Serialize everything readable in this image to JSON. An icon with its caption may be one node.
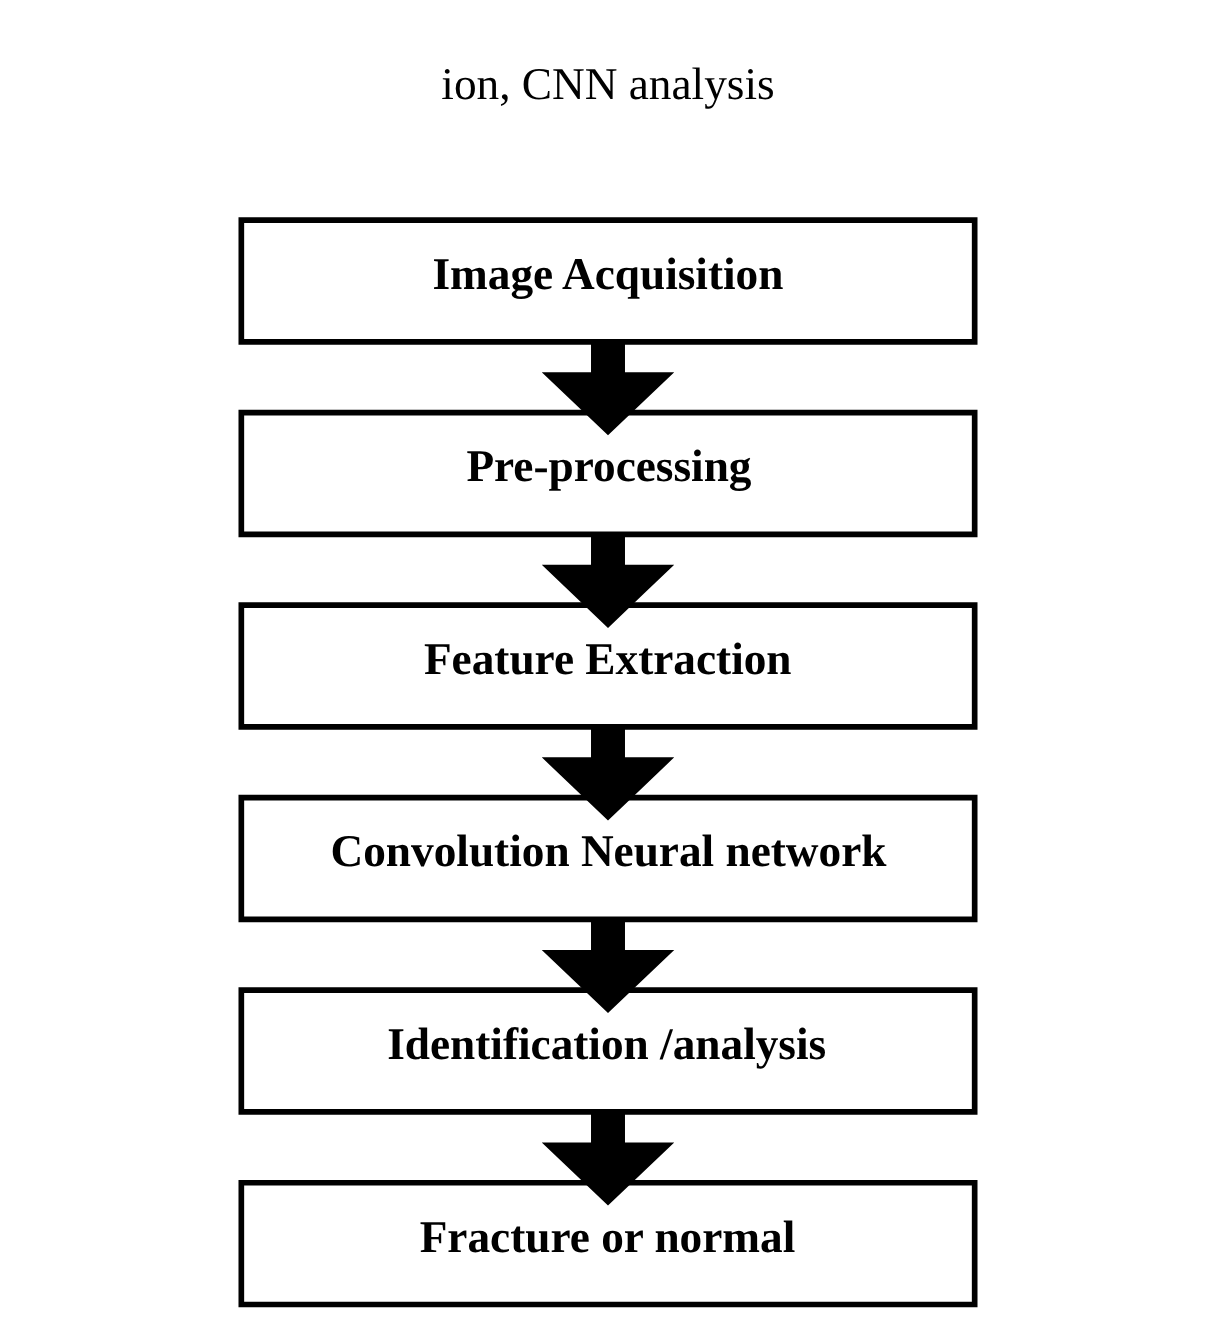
{
  "diagram": {
    "nodes": [
      {
        "text": [
          "Image Acquisition"
        ]
      },
      {
        "text": [
          "Pre-processing"
        ]
      },
      {
        "text": [
          "Feature Extraction"
        ]
      },
      {
        "text": [
          "Convolution Neural network"
        ]
      },
      {
        "text": [
          "Identification /analysis"
        ]
      },
      {
        "text": [
          "Fracture or normal"
        ]
      }
    ],
    "edges": [
      {
        "from": 0,
        "to": 1,
        "arrow": "to"
      },
      {
        "from": 1,
        "to": 2,
        "arrow": "to"
      },
      {
        "from": 2,
        "to": 3,
        "arrow": "to"
      },
      {
        "from": 3,
        "to": 4,
        "arrow": "to"
      },
      {
        "from": 4,
        "to": 5,
        "arrow": "to"
      }
    ],
    "labels": [
      "ion, CNN analysis"
    ]
  }
}
